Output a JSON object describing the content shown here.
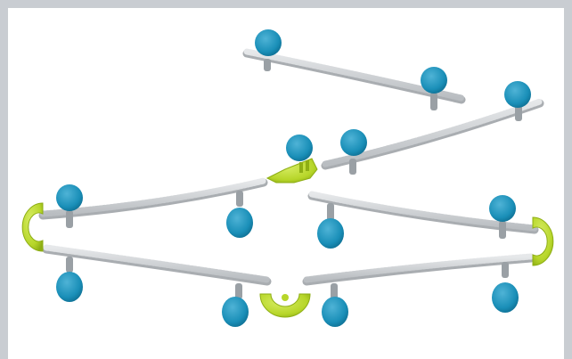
{
  "photo": {
    "subject": "marble-run-track-pieces",
    "colors": {
      "background": "#ffffff",
      "frame": "#c9cdd2",
      "rail": "#cfd2d5",
      "rail_shadow": "#a9adb1",
      "cup": "#1a8fb8",
      "cup_dark": "#0e6f93",
      "cup_light": "#4fb3d6",
      "accent": "#b7d62a",
      "accent_dark": "#8eae14"
    },
    "icons": [
      "track-rail",
      "support-cup",
      "curve-cup",
      "clip-connector"
    ]
  }
}
